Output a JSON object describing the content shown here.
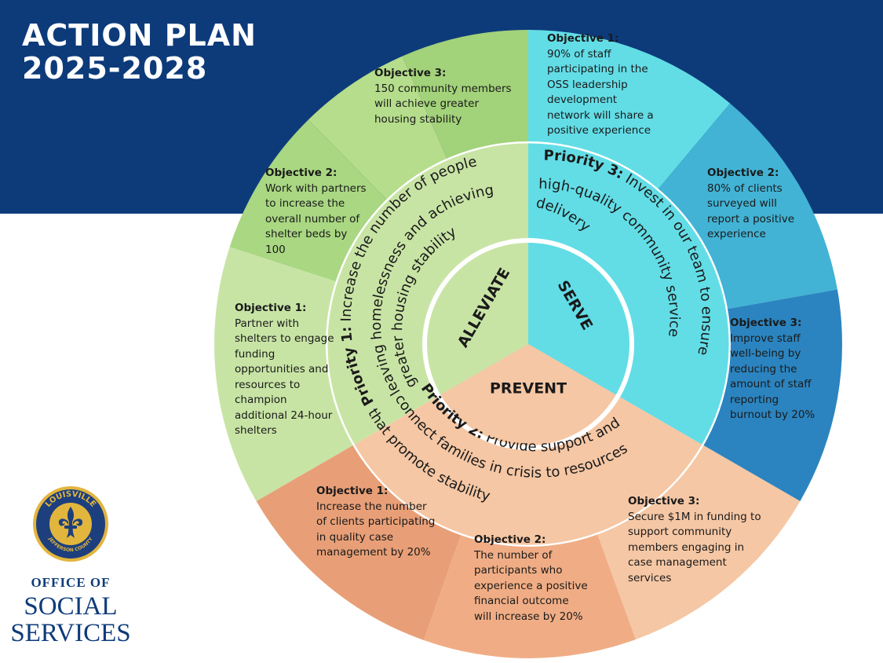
{
  "header": {
    "title_line1": "ACTION PLAN",
    "title_line2": "2025-2028"
  },
  "colors": {
    "header_band": "#0d3b7a",
    "alleviate_light": "#c8e4a5",
    "alleviate_mid": "#b5dd8c",
    "alleviate_dark": "#a2d279",
    "serve_light": "#62dde6",
    "serve_mid": "#42b3d5",
    "serve_dark": "#2b84bf",
    "prevent_light": "#f5c7a4",
    "prevent_mid": "#f0ad85",
    "prevent_dark": "#e89f77"
  },
  "center": {
    "alleviate": "ALLEVIATE",
    "serve": "SERVE",
    "prevent": "PREVENT"
  },
  "priorities": {
    "p1": {
      "label": "Priority 1:",
      "line1": "Increase the number of people",
      "line2": "leaving homelessness and achieving",
      "line3": "greater housing stability"
    },
    "p3": {
      "label": "Priority 3:",
      "line1": "Invest in our team to ensure",
      "line2": "high-quality community service",
      "line3": "delivery"
    },
    "p2": {
      "label": "Priority 2:",
      "line1": "Provide support and",
      "line2": "connect families in crisis to resources",
      "line3": "that promote stability"
    }
  },
  "objectives": {
    "alleviate_3": {
      "heading": "Objective 3:",
      "lines": [
        "150 community members",
        "will achieve greater",
        "housing stability"
      ]
    },
    "alleviate_2": {
      "heading": "Objective 2:",
      "lines": [
        "Work with partners",
        "to increase the",
        "overall number of",
        "shelter beds by",
        "100"
      ]
    },
    "alleviate_1": {
      "heading": "Objective 1:",
      "lines": [
        "Partner with",
        "shelters to engage",
        "funding",
        "opportunities and",
        "resources to",
        "champion",
        "additional 24-hour",
        "shelters"
      ]
    },
    "serve_1": {
      "heading": "Objective 1:",
      "lines": [
        "90% of staff",
        "participating in the",
        "OSS leadership",
        "development",
        "network will share a",
        "positive experience"
      ]
    },
    "serve_2": {
      "heading": "Objective 2:",
      "lines": [
        "80% of clients",
        "surveyed will",
        "report a positive",
        "experience"
      ]
    },
    "serve_3": {
      "heading": "Objective 3:",
      "lines": [
        "Improve staff",
        "well-being by",
        "reducing the",
        "amount of staff",
        "reporting",
        "burnout by 20%"
      ]
    },
    "prevent_1": {
      "heading": "Objective 1:",
      "lines": [
        "Increase the number",
        "of clients participating",
        "in quality case",
        "management by 20%"
      ]
    },
    "prevent_2": {
      "heading": "Objective 2:",
      "lines": [
        "The number of",
        "participants who",
        "experience a positive",
        "financial outcome",
        "will increase by 20%"
      ]
    },
    "prevent_3": {
      "heading": "Objective 3:",
      "lines": [
        "Secure $1M in funding to",
        "support community",
        "members engaging in",
        "case management",
        "services"
      ]
    }
  },
  "logo": {
    "seal_top": "LOUISVILLE",
    "seal_bottom": "JEFFERSON COUNTY",
    "office_of": "OFFICE OF",
    "social": "SOCIAL",
    "services": "SERVICES"
  }
}
